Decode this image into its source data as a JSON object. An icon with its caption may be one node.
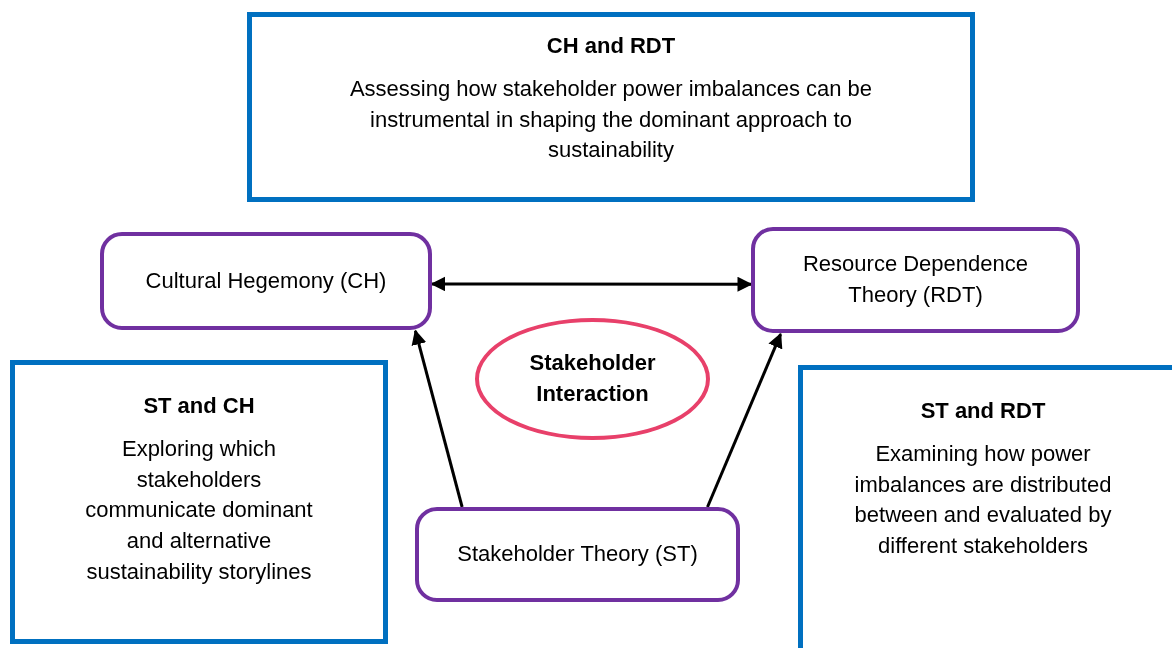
{
  "diagram": {
    "nodes": [
      {
        "text": [
          "CH and RDT",
          "Assessing how stakeholder power imbalances can be instrumental in shaping the dominant approach to sustainability"
        ]
      },
      {
        "text": [
          "Cultural Hegemony (CH)"
        ]
      },
      {
        "text": [
          "Resource Dependence Theory (RDT)"
        ]
      },
      {
        "text": [
          "Stakeholder Interaction"
        ]
      },
      {
        "text": [
          "ST and CH",
          "Exploring which stakeholders communicate dominant and alternative sustainability storylines"
        ]
      },
      {
        "text": [
          "ST and RDT",
          "Examining how power imbalances are distributed between and evaluated by different stakeholders"
        ]
      },
      {
        "text": [
          "Stakeholder Theory (ST)"
        ]
      }
    ],
    "edges": [
      {
        "from": 1,
        "to": 2,
        "arrow": "both"
      },
      {
        "from": 6,
        "to": 1,
        "arrow": "to"
      },
      {
        "from": 6,
        "to": 2,
        "arrow": "to"
      }
    ]
  }
}
